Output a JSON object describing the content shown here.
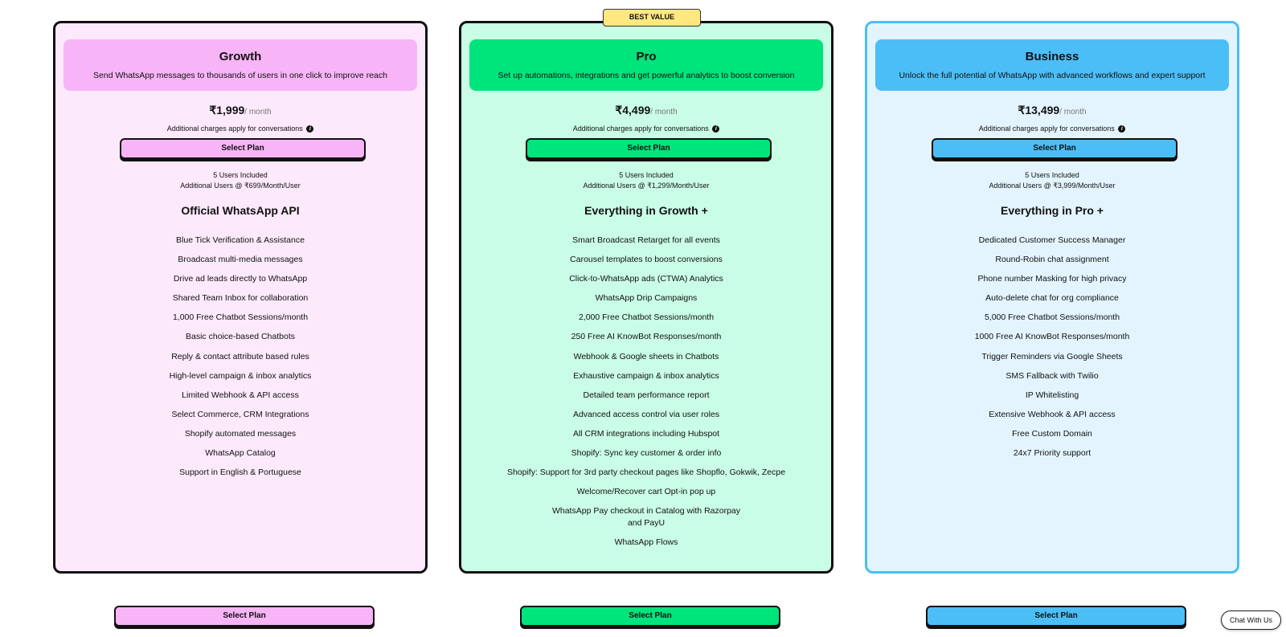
{
  "best_value_badge": "BEST VALUE",
  "chat_button": "Chat With Us",
  "plans": [
    {
      "name": "Growth",
      "description": "Send WhatsApp messages to thousands of users in one click to improve reach",
      "price": "₹1,999",
      "price_unit": "/ month",
      "charges_note": "Additional charges apply for conversations",
      "select_label": "Select Plan",
      "users_included": "5 Users Included",
      "additional_users": "Additional Users @ ₹699/Month/User",
      "section_title": "Official WhatsApp API",
      "accent_color": "#f7b4f6",
      "features": [
        "Blue Tick Verification & Assistance",
        "Broadcast multi-media messages",
        "Drive ad leads directly to WhatsApp",
        "Shared Team Inbox for collaboration",
        "1,000 Free Chatbot Sessions/month",
        "Basic choice-based Chatbots",
        "Reply & contact attribute based rules",
        "High-level campaign & inbox analytics",
        "Limited Webhook & API access",
        "Select Commerce, CRM Integrations",
        "Shopify automated messages",
        "WhatsApp Catalog",
        "Support in English & Portuguese"
      ]
    },
    {
      "name": "Pro",
      "description": "Set up automations, integrations and get powerful analytics to boost conversion",
      "price": "₹4,499",
      "price_unit": "/ month",
      "charges_note": "Additional charges apply for conversations",
      "select_label": "Select Plan",
      "users_included": "5 Users Included",
      "additional_users": "Additional Users @ ₹1,299/Month/User",
      "section_title": "Everything in Growth +",
      "accent_color": "#00e47c",
      "features": [
        "Smart Broadcast Retarget for all events",
        "Carousel templates to boost conversions",
        "Click-to-WhatsApp ads (CTWA) Analytics",
        "WhatsApp Drip Campaigns",
        "2,000 Free Chatbot Sessions/month",
        "250 Free AI KnowBot Responses/month",
        "Webhook & Google sheets in Chatbots",
        "Exhaustive campaign & inbox analytics",
        "Detailed team performance report",
        "Advanced access control via user roles",
        "All CRM integrations including Hubspot",
        "Shopify: Sync key customer & order info",
        "Shopify: Support for 3rd party checkout pages like Shopflo, Gokwik, Zecpe",
        "Welcome/Recover cart Opt-in pop up",
        "WhatsApp Pay checkout in Catalog with Razorpay and PayU",
        "WhatsApp Flows"
      ]
    },
    {
      "name": "Business",
      "description": "Unlock the full potential of WhatsApp with advanced workflows and expert support",
      "price": "₹13,499",
      "price_unit": "/ month",
      "charges_note": "Additional charges apply for conversations",
      "select_label": "Select Plan",
      "users_included": "5 Users Included",
      "additional_users": "Additional Users @ ₹3,999/Month/User",
      "section_title": "Everything in Pro +",
      "accent_color": "#4bbef6",
      "features": [
        "Dedicated Customer Success Manager",
        "Round-Robin chat assignment",
        "Phone number Masking for high privacy",
        "Auto-delete chat for org compliance",
        "5,000 Free Chatbot Sessions/month",
        "1000 Free AI KnowBot Responses/month",
        "Trigger Reminders via Google Sheets",
        "SMS Fallback with Twilio",
        "IP Whitelisting",
        "Extensive Webhook & API access",
        "Free Custom Domain",
        "24x7 Priority support"
      ]
    }
  ]
}
